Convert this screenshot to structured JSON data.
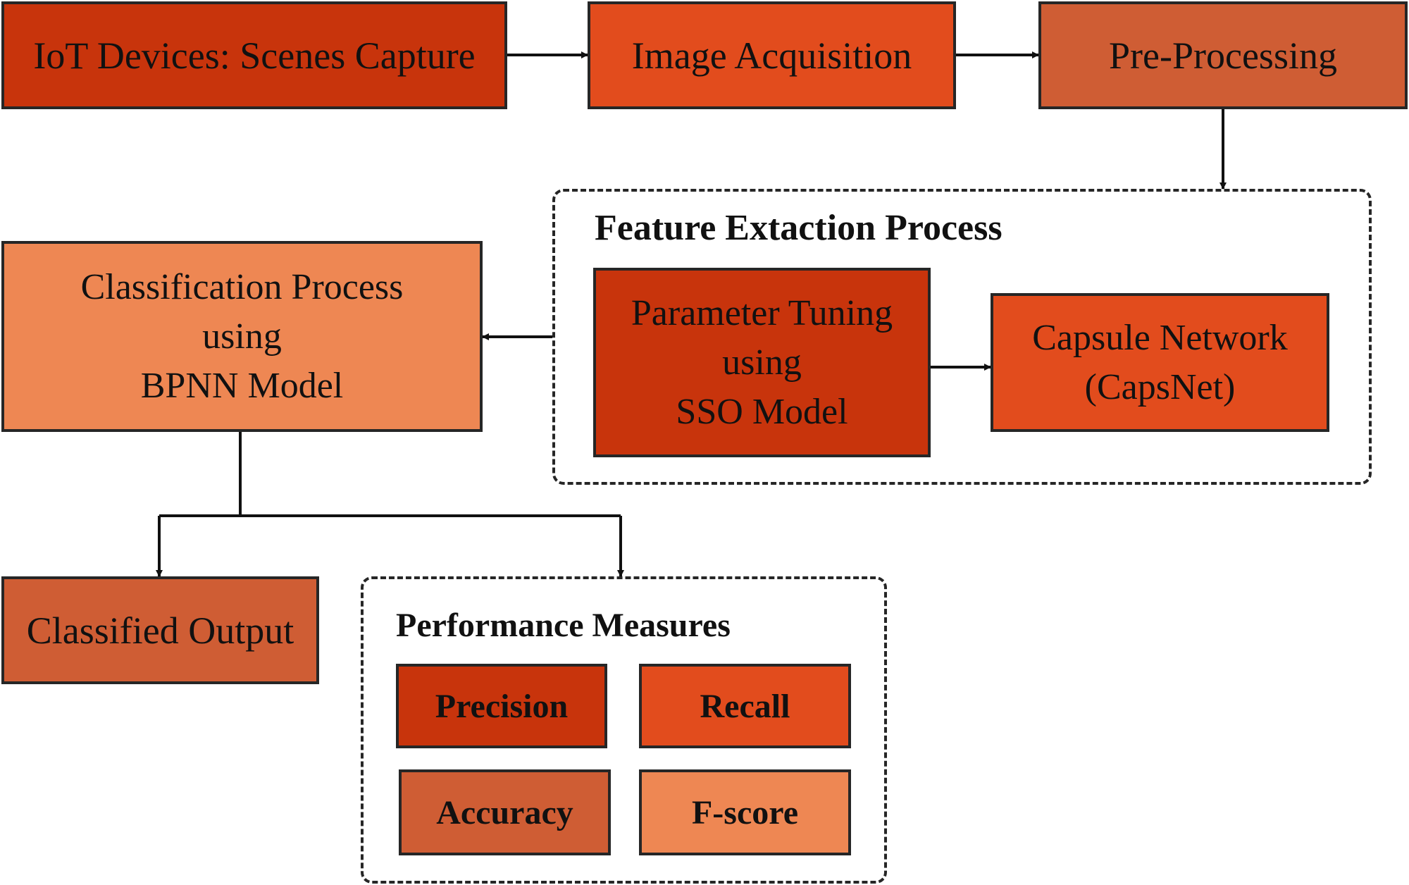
{
  "colors": {
    "dark_red": "#C8340C",
    "orange": "#E24C1D",
    "burnt_orange": "#CF5D34",
    "light_orange": "#EE8753",
    "stroke": "#262626"
  },
  "boxes": {
    "iot_devices": {
      "label": "IoT Devices: Scenes Capture"
    },
    "image_acquisition": {
      "label": "Image Acquisition"
    },
    "pre_processing": {
      "label": "Pre-Processing"
    },
    "parameter_tuning": {
      "lines": [
        "Parameter Tuning",
        "using",
        "SSO Model"
      ]
    },
    "capsule_network": {
      "lines": [
        "Capsule Network",
        "(CapsNet)"
      ]
    },
    "classification": {
      "lines": [
        "Classification Process",
        "using",
        "BPNN Model"
      ]
    },
    "classified_output": {
      "label": "Classified Output"
    }
  },
  "groups": {
    "feature_extraction": {
      "title": "Feature Extaction Process"
    },
    "performance_measures": {
      "title": "Performance Measures",
      "metrics": [
        "Precision",
        "Recall",
        "Accuracy",
        "F-score"
      ]
    }
  }
}
